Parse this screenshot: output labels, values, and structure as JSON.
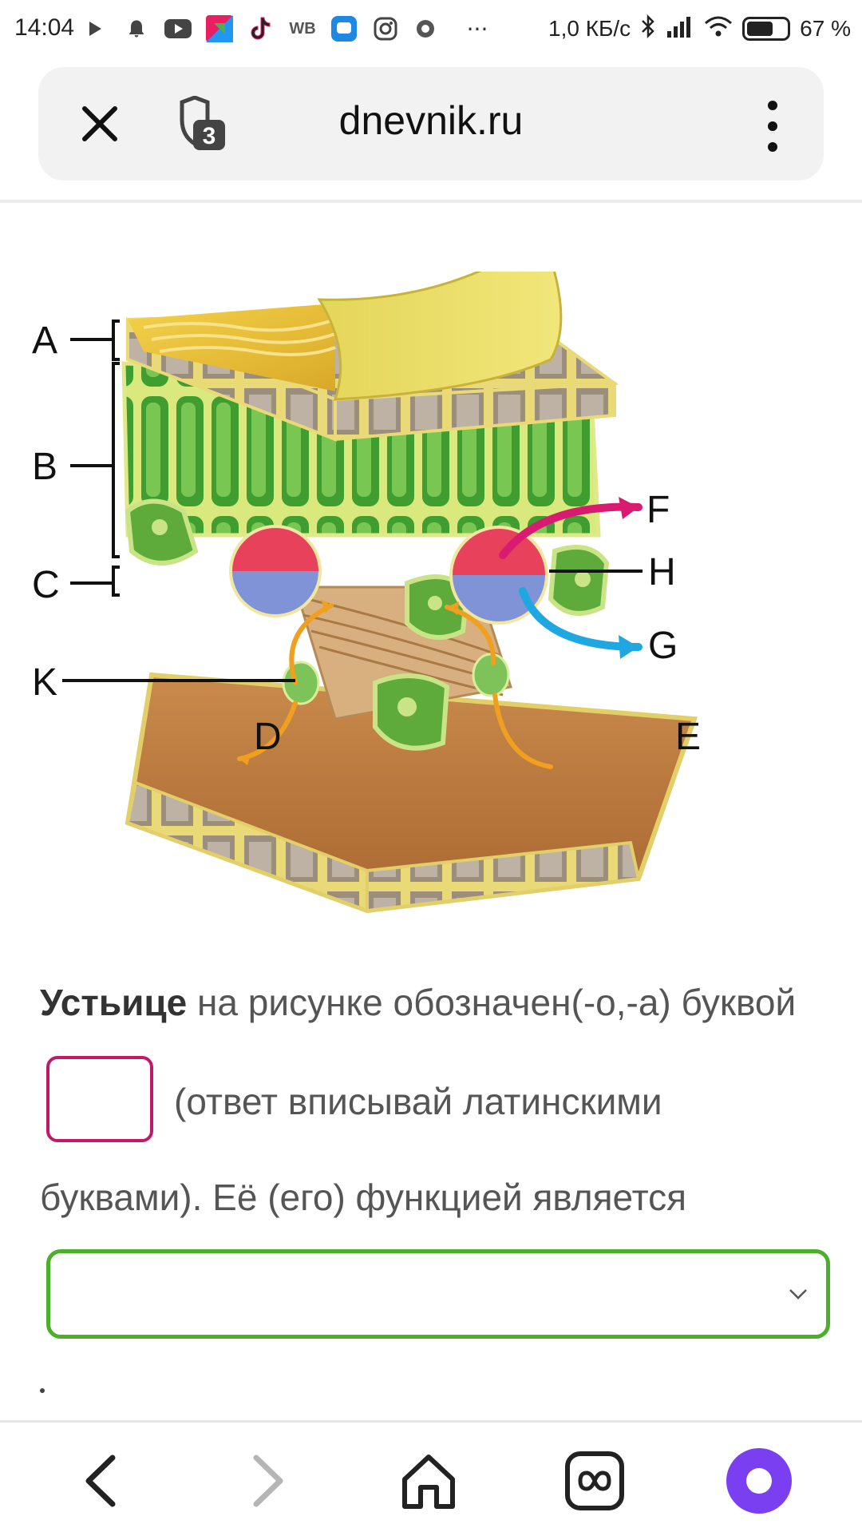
{
  "status_bar": {
    "time": "14:04",
    "left_icons": [
      "play-icon",
      "bell-icon",
      "youtube-icon",
      "app-icon",
      "tiktok-icon",
      "wb-icon",
      "message-icon",
      "instagram-icon",
      "camera-icon"
    ],
    "wb_label": "WB",
    "more": "···",
    "net_speed": "1,0 КБ/с",
    "battery": "67 %",
    "battery_level": 0.67
  },
  "browser": {
    "url": "dnevnik.ru",
    "tab_count": "3"
  },
  "diagram": {
    "labels": [
      "A",
      "B",
      "C",
      "K",
      "D",
      "E",
      "F",
      "H",
      "G"
    ]
  },
  "question": {
    "bold_word": "Устьице",
    "line1_rest": " на рисунке обозначен(-о,-а) буквой",
    "answer_value": "",
    "line2": "(ответ вписывай латинскими",
    "line3": "буквами). Её (его) функцией является",
    "select_value": "",
    "trailing": "."
  },
  "colors": {
    "answer_border": "#c2186b",
    "select_border": "#4caf2a",
    "alice_purple": "#7b3ff2"
  },
  "bottom_nav": [
    "back-icon",
    "forward-icon",
    "home-icon",
    "tabs-icon",
    "alice-icon"
  ]
}
